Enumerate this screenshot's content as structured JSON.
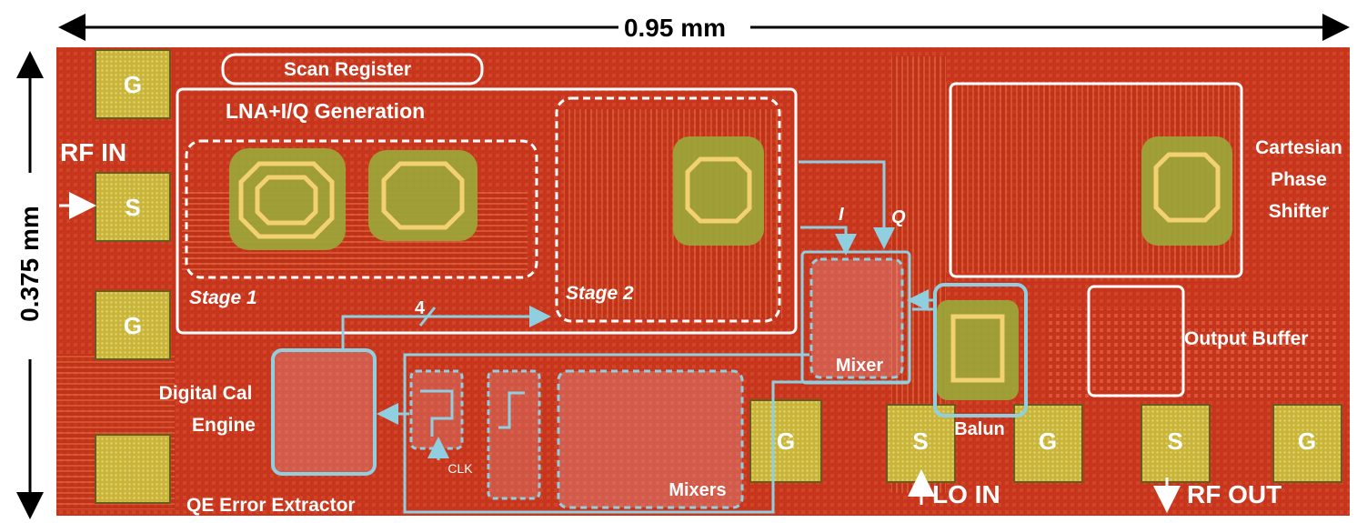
{
  "dimensions": {
    "width_label": "0.95 mm",
    "height_label": "0.375 mm"
  },
  "pads": {
    "left": [
      "G",
      "S",
      "G"
    ],
    "bottom": [
      "G",
      "S",
      "G",
      "S",
      "G"
    ]
  },
  "blocks": {
    "scan_register": "Scan Register",
    "lna_iq": "LNA+I/Q Generation",
    "stage1": "Stage 1",
    "stage2": "Stage 2",
    "cartesian_line1": "Cartesian",
    "cartesian_line2": "Phase",
    "cartesian_line3": "Shifter",
    "output_buffer": "Output Buffer",
    "mixer": "Mixer",
    "balun": "Balun",
    "digital_cal_line1": "Digital Cal",
    "digital_cal_line2": "Engine",
    "qe_extractor": "QE Error Extractor",
    "mixers": "Mixers"
  },
  "signals": {
    "rf_in": "RF IN",
    "lo_in": "LO IN",
    "rf_out": "RF OUT",
    "i": "I",
    "q": "Q",
    "bus_width": "4",
    "clk": "CLK"
  },
  "colors": {
    "die": "#c8361e",
    "pad": "#c9b53a",
    "annotation_white": "#ffffff",
    "annotation_blue": "#8fcfe0"
  }
}
